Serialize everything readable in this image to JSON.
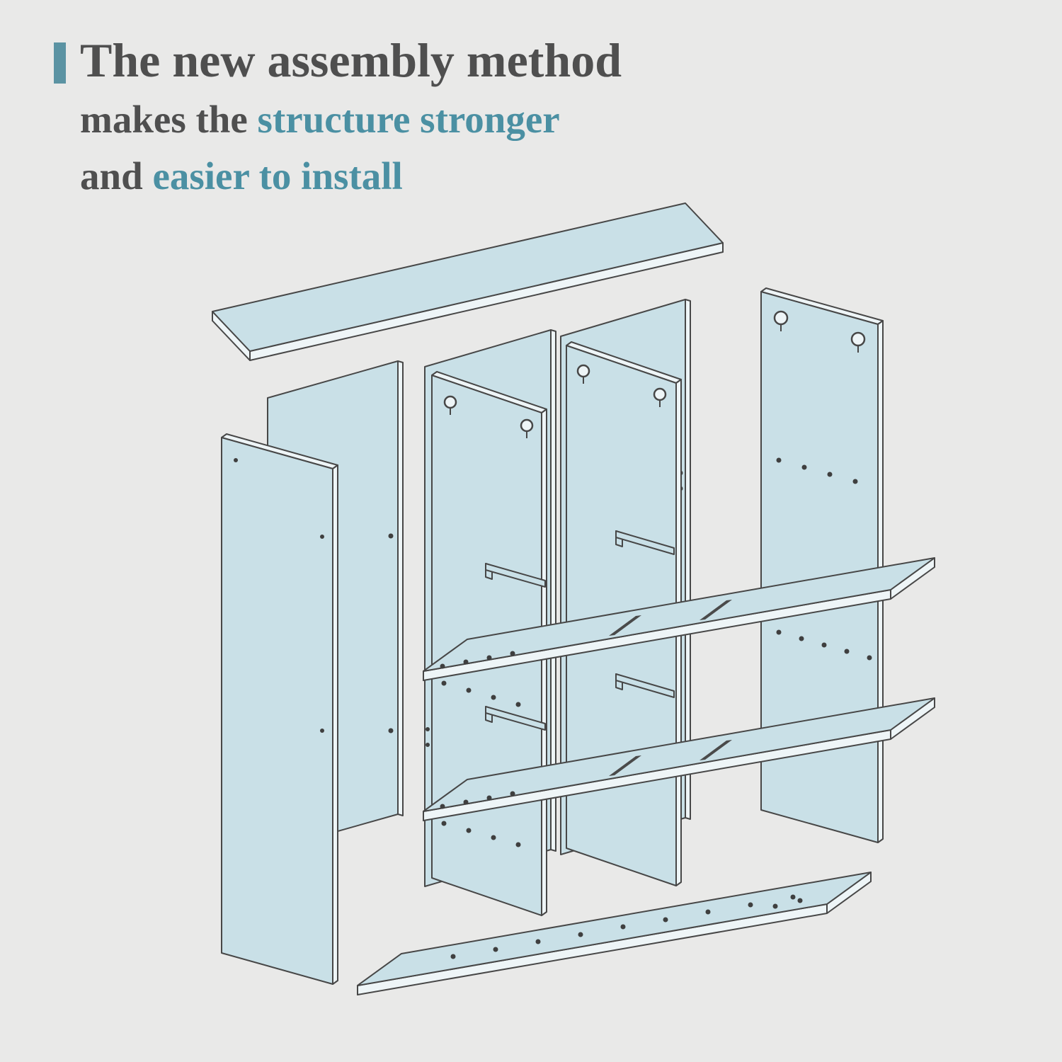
{
  "colors": {
    "background": "#e9e9e8",
    "accent": "#5b93a3",
    "highlight": "#4b90a3",
    "heading": "#4f4f4f",
    "panel": "#c9e0e7",
    "panel_edge": "#eef5f7",
    "outline": "#474747",
    "slot": "#4a4a4a",
    "dot": "#3f3f3f"
  },
  "heading": {
    "line1": "The new assembly method",
    "line2_prefix": "makes the ",
    "line2_highlight": "structure stronger",
    "line3_prefix": "and ",
    "line3_highlight": "easier to install"
  },
  "diagram": {
    "type": "exploded-assembly",
    "subject": "bookshelf",
    "parts": [
      "top-panel",
      "back-panel-left",
      "back-panel-middle",
      "back-panel-right",
      "right-side-panel",
      "left-side-panel",
      "divider-left",
      "divider-right",
      "shelf-hook-tabs",
      "shelf-upper",
      "shelf-lower",
      "bottom-panel"
    ]
  }
}
